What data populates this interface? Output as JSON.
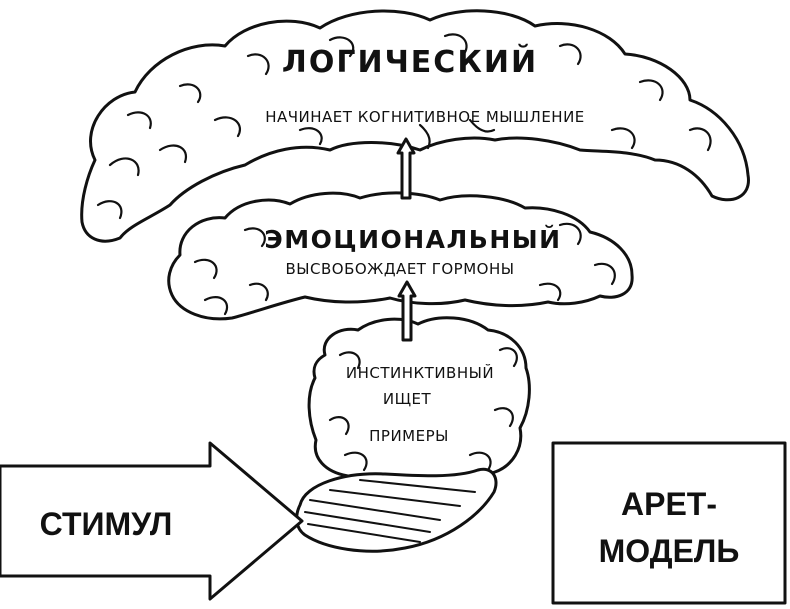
{
  "diagram": {
    "top_region": {
      "title": "ЛОГИЧЕСКИЙ",
      "description": "НАЧИНАЕТ КОГНИТИВНОЕ МЫШЛЕНИЕ"
    },
    "middle_region": {
      "title": "ЭМОЦИОНАЛЬНЫЙ",
      "description": "ВЫСВОБОЖДАЕТ ГОРМОНЫ"
    },
    "bottom_region": {
      "line1": "ИНСТИНКТИВНЫЙ",
      "line2": "ИЩЕТ",
      "line3": "ПРИМЕРЫ"
    },
    "stimulus": {
      "label": "СТИМУЛ"
    },
    "box": {
      "line1": "АРЕТ-",
      "line2": "МОДЕЛЬ"
    }
  },
  "icons": {
    "arrow_up": "arrow-up-icon",
    "stimulus_arrow": "arrow-right-icon",
    "brain": "brain-icon"
  },
  "colors": {
    "ink": "#111111",
    "paper": "#ffffff"
  }
}
